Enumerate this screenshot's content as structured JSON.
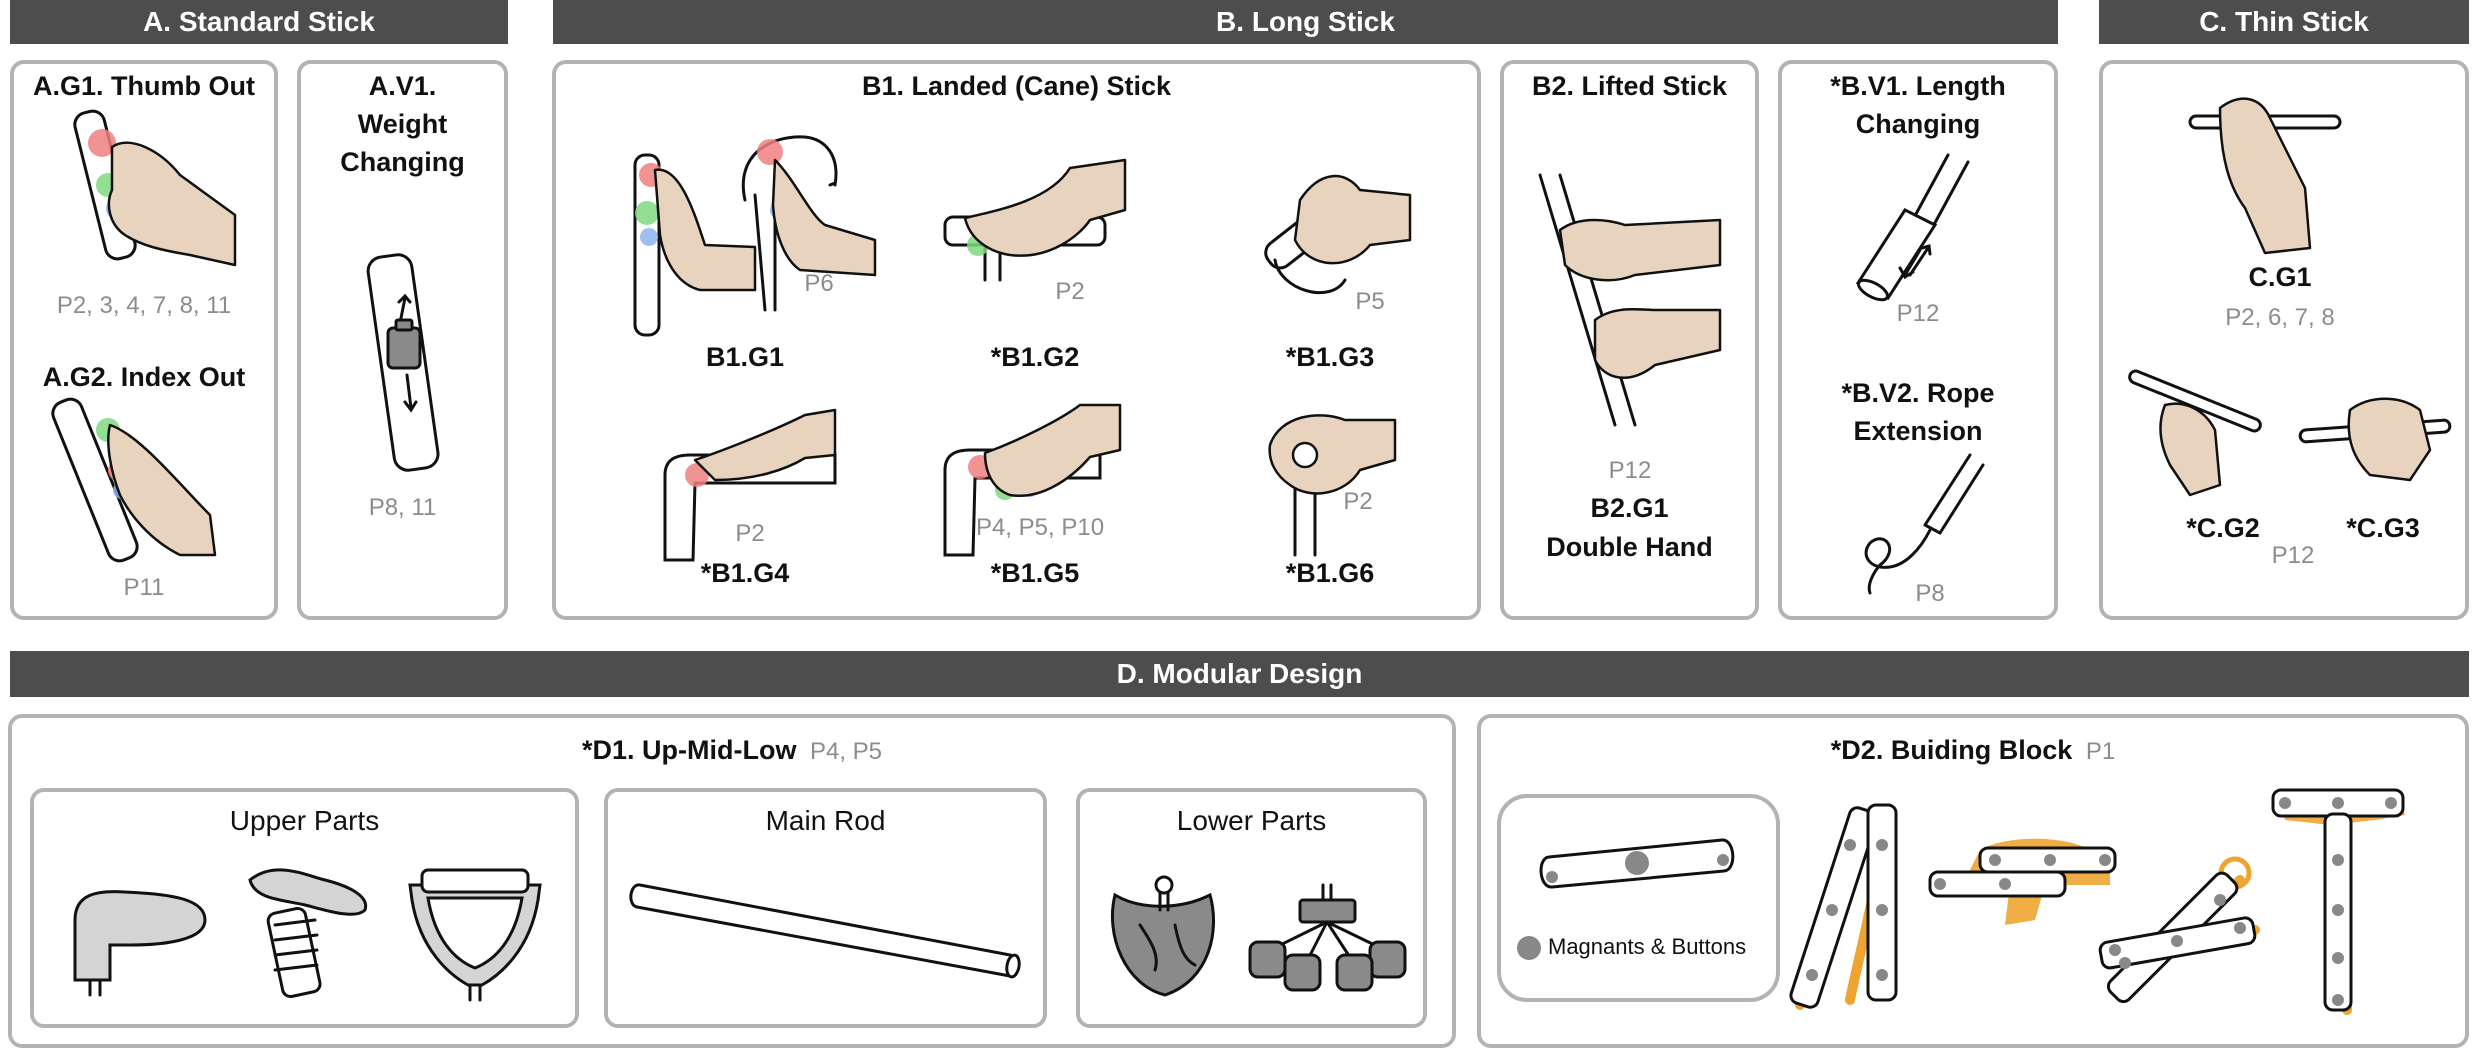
{
  "sections": {
    "a": "A. Standard Stick",
    "b": "B. Long Stick",
    "c": "C. Thin Stick",
    "d": "D. Modular Design"
  },
  "panels": {
    "ag1": {
      "title": "A.G1. Thumb Out",
      "participants": "P2, 3, 4, 7, 8, 11"
    },
    "ag2": {
      "title": "A.G2. Index Out",
      "participants": "P11"
    },
    "av1": {
      "title_line1": "A.V1.",
      "title_line2": "Weight",
      "title_line3": "Changing",
      "participants": "P8, 11"
    },
    "b1": {
      "title": "B1. Landed (Cane) Stick",
      "g1": {
        "label": "B1.G1",
        "participants": "P6"
      },
      "g2": {
        "label": "*B1.G2",
        "participants": "P2"
      },
      "g3": {
        "label": "*B1.G3",
        "participants": "P5"
      },
      "g4": {
        "label": "*B1.G4",
        "participants": "P2"
      },
      "g5": {
        "label": "*B1.G5",
        "participants": "P4, P5, P10"
      },
      "g6": {
        "label": "*B1.G6",
        "participants": "P2"
      }
    },
    "b2": {
      "title": "B2. Lifted Stick",
      "participants": "P12",
      "label_line1": "B2.G1",
      "label_line2": "Double Hand"
    },
    "bv": {
      "v1_line1": "*B.V1. Length",
      "v1_line2": "Changing",
      "v1_participants": "P12",
      "v2_line1": "*B.V2. Rope",
      "v2_line2": "Extension",
      "v2_participants": "P8"
    },
    "c": {
      "g1": "C.G1",
      "g1_participants": "P2, 6, 7, 8",
      "g2": "*C.G2",
      "g3": "*C.G3",
      "g23_participants": "P12"
    },
    "d1": {
      "title": "*D1. Up-Mid-Low",
      "participants": "P4, P5",
      "upper": "Upper Parts",
      "main": "Main Rod",
      "lower": "Lower Parts"
    },
    "d2": {
      "title": "*D2. Buiding Block",
      "participants": "P1",
      "legend": "Magnants & Buttons"
    }
  },
  "colors": {
    "header_bar": "#4d4d4d",
    "panel_border": "#b3b3b3",
    "skin": "#e8d4be",
    "thumb_marker": "#f08080",
    "index_marker": "#7fd87f",
    "middle_marker": "#8fb3f0",
    "block_accent": "#eea431",
    "participant_text": "#8c8c8c"
  }
}
